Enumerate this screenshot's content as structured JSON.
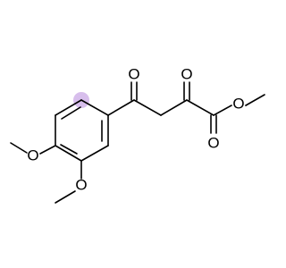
{
  "molecule": {
    "atoms": {
      "o_methoxy_4": "O",
      "o_methoxy_3": "O",
      "o_ketone": "O",
      "o_alpha_keto": "O",
      "o_ester_carbonyl": "O",
      "o_ester": "O"
    },
    "colors": {
      "bond": "#000000",
      "label": "#000000",
      "background": "#ffffff"
    },
    "stereo_highlight": {
      "shown": true,
      "color": "#c9a8e6",
      "opacity": 0.75
    }
  }
}
